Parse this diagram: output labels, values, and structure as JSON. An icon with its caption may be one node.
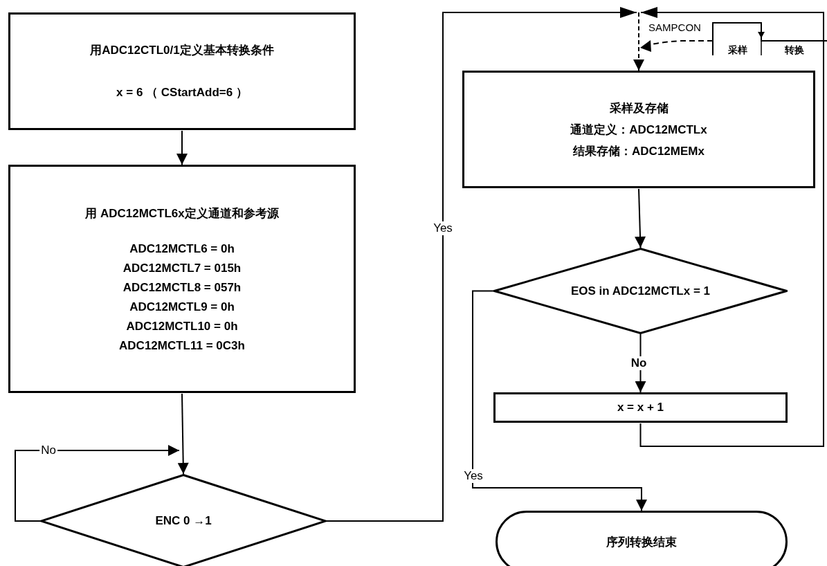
{
  "diagram": {
    "nodes": [
      {
        "text": [
          "用ADC12CTL0/1定义基本转换条件",
          "x = 6 （ CStartAdd=6 ）"
        ]
      },
      {
        "text": [
          "用 ADC12MCTL6x定义通道和参考源",
          "ADC12MCTL6 = 0h",
          "ADC12MCTL7 = 015h",
          "ADC12MCTL8 = 057h",
          "ADC12MCTL9 = 0h",
          "ADC12MCTL10 = 0h",
          "ADC12MCTL11 = 0C3h"
        ]
      },
      {
        "text": [
          "ENC 0 →1"
        ]
      },
      {
        "text": [
          "采样及存储",
          "通道定义：ADC12MCTLx",
          "结果存储：ADC12MEMx"
        ]
      },
      {
        "text": [
          "EOS in ADC12MCTLx = 1"
        ]
      },
      {
        "text": [
          "x = x + 1"
        ]
      },
      {
        "text": [
          "序列转换结束"
        ]
      }
    ],
    "edges": [
      {
        "from": 0,
        "to": 1,
        "arrow": "to"
      },
      {
        "from": 1,
        "to": 2,
        "arrow": "to"
      },
      {
        "from": 2,
        "to": 2,
        "arrow": "to",
        "label": "No"
      },
      {
        "from": 2,
        "to": 3,
        "arrow": "to",
        "label": "Yes"
      },
      {
        "from": 3,
        "to": 4,
        "arrow": "to"
      },
      {
        "from": 4,
        "to": 5,
        "arrow": "to",
        "label": "No"
      },
      {
        "from": 4,
        "to": 6,
        "arrow": "to",
        "label": "Yes"
      },
      {
        "from": 5,
        "to": 3,
        "arrow": "to"
      }
    ],
    "labels": [
      "SAMPCON",
      "采样",
      "转换"
    ]
  }
}
